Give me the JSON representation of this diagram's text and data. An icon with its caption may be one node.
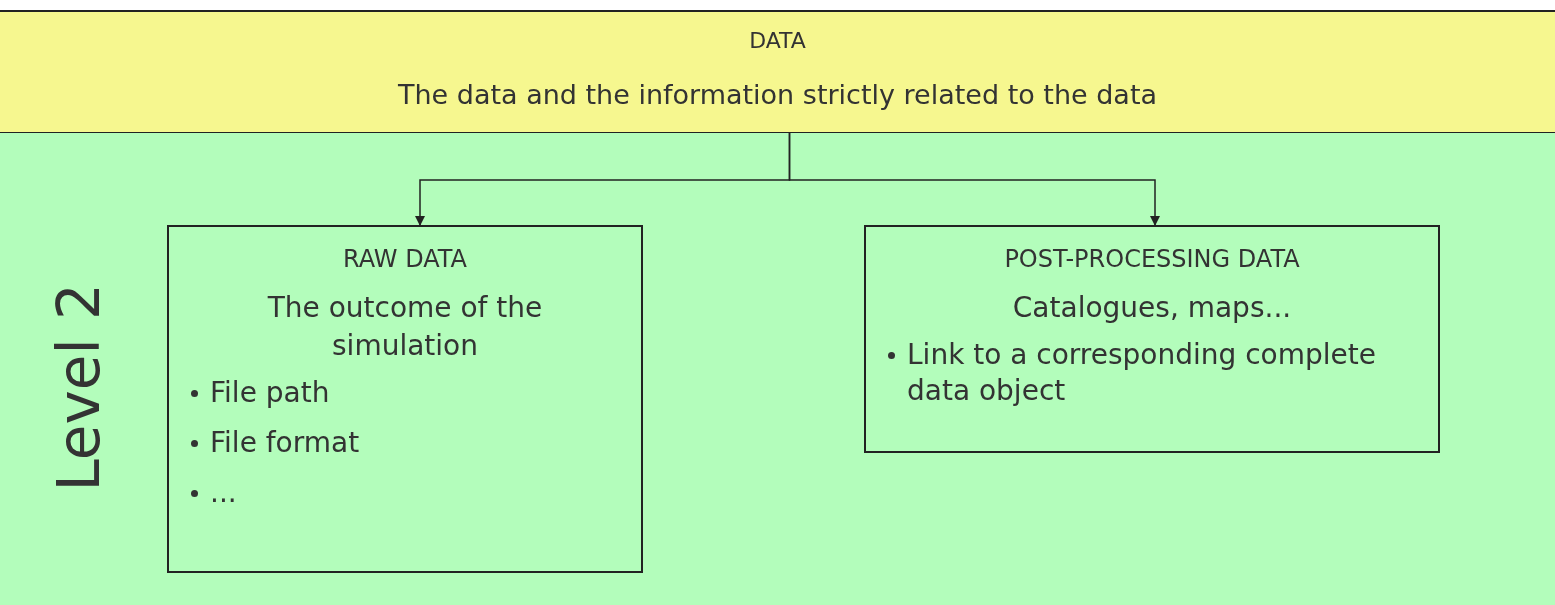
{
  "diagram": {
    "nodes": [
      {
        "text": [
          "DATA",
          "The data and the information strictly related to the data"
        ]
      },
      {
        "text": [
          "Level 2"
        ]
      },
      {
        "text": [
          "RAW DATA",
          "The outcome of the simulation",
          "File path",
          "File format",
          "..."
        ],
        "in": 1
      },
      {
        "text": [
          "POST-PROCESSING DATA",
          "Catalogues, maps...",
          "Link to a corresponding complete data object"
        ],
        "in": 1
      }
    ],
    "edges": [
      {
        "from": 0,
        "to": 2,
        "arrow": "to"
      },
      {
        "from": 0,
        "to": 3,
        "arrow": "to"
      }
    ]
  }
}
